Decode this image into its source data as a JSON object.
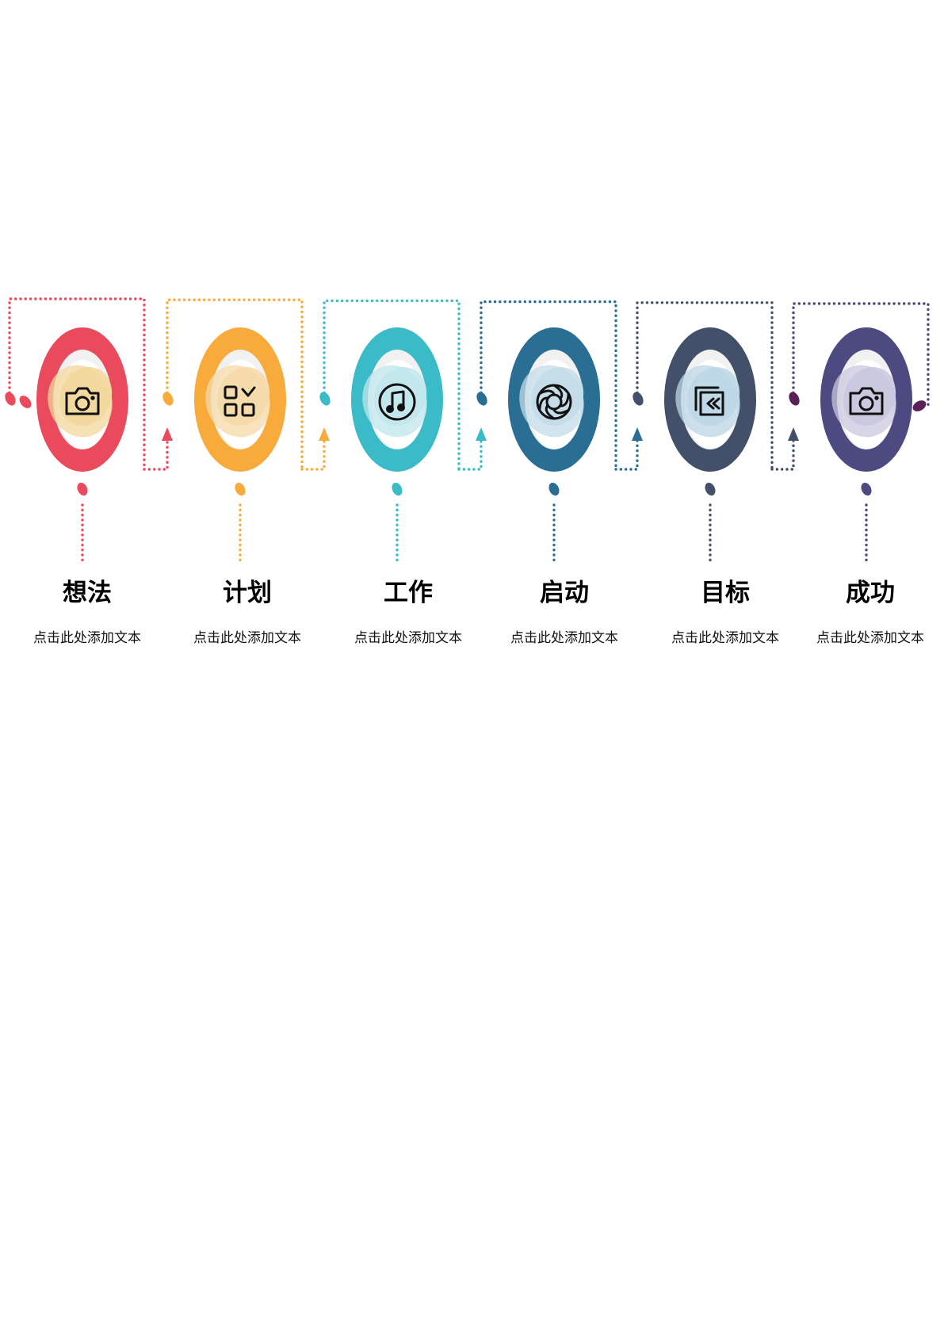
{
  "process": {
    "steps": [
      {
        "title": "想法",
        "desc": "点击此处添加文本",
        "color": "#E94B5C",
        "tint": "#F2D79A",
        "icon": "camera-icon"
      },
      {
        "title": "计划",
        "desc": "点击此处添加文本",
        "color": "#F8AB3A",
        "tint": "#F5D9A8",
        "icon": "apps-icon"
      },
      {
        "title": "工作",
        "desc": "点击此处添加文本",
        "color": "#3BBBC8",
        "tint": "#BFE6EC",
        "icon": "music-icon"
      },
      {
        "title": "启动",
        "desc": "点击此处添加文本",
        "color": "#2A6E93",
        "tint": "#C3DCE8",
        "icon": "aperture-icon"
      },
      {
        "title": "目标",
        "desc": "点击此处添加文本",
        "color": "#425069",
        "tint": "#BBD6E6",
        "icon": "rewind-icon"
      },
      {
        "title": "成功",
        "desc": "点击此处添加文本",
        "color": "#4C4A80",
        "tint": "#C9C7DE",
        "icon": "camera-icon"
      }
    ],
    "end_dot_color": "#5A1F55"
  }
}
